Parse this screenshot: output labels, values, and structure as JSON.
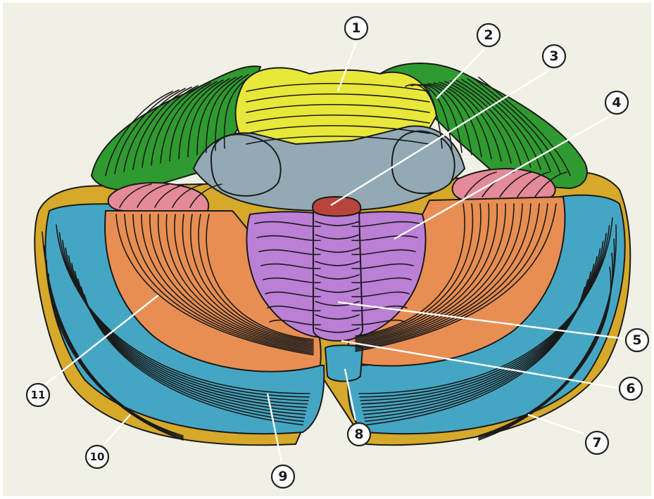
{
  "colors": {
    "background": "#f1f0e4",
    "quadrangular_lobule": "#e7e83a",
    "lateral_lobe": "#2f9a2f",
    "middle_peduncle": "#93aab5",
    "flocculus": "#e58a98",
    "tonsil": "#bb7fd6",
    "nodule": "#b8453d",
    "biventral_lobule": "#e88e52",
    "inferior_semilunar": "#45a6c3",
    "rim": "#d6a92a"
  },
  "markers": [
    {
      "id": "1",
      "label": "1"
    },
    {
      "id": "2",
      "label": "2"
    },
    {
      "id": "3",
      "label": "3"
    },
    {
      "id": "4",
      "label": "4"
    },
    {
      "id": "5",
      "label": "5"
    },
    {
      "id": "6",
      "label": "6"
    },
    {
      "id": "7",
      "label": "7"
    },
    {
      "id": "8",
      "label": "8"
    },
    {
      "id": "9",
      "label": "9"
    },
    {
      "id": "10",
      "label": "10"
    },
    {
      "id": "11",
      "label": "11"
    }
  ]
}
